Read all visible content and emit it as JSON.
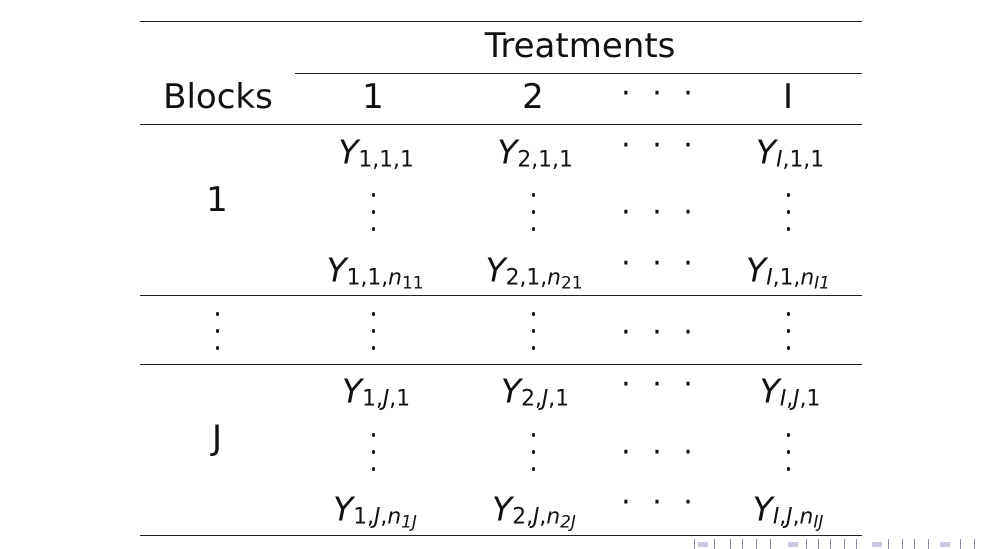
{
  "table": {
    "header": {
      "group_label": "Treatments",
      "row_label": "Blocks",
      "columns": [
        "1",
        "2",
        "· · ·",
        "I"
      ]
    },
    "blocks": [
      {
        "label": "1",
        "first_row": [
          {
            "v": "Y",
            "i": "1",
            "j": "1",
            "k": "1"
          },
          {
            "v": "Y",
            "i": "2",
            "j": "1",
            "k": "1"
          },
          {
            "v": "Y",
            "i": "I",
            "j": "1",
            "k": "1"
          }
        ],
        "last_row": [
          {
            "v": "Y",
            "i": "1",
            "j": "1",
            "k": "n",
            "kk": "11"
          },
          {
            "v": "Y",
            "i": "2",
            "j": "1",
            "k": "n",
            "kk": "21"
          },
          {
            "v": "Y",
            "i": "I",
            "j": "1",
            "k": "n",
            "kk": "I1"
          }
        ]
      },
      {
        "label": "J",
        "first_row": [
          {
            "v": "Y",
            "i": "1",
            "j": "J",
            "k": "1"
          },
          {
            "v": "Y",
            "i": "2",
            "j": "J",
            "k": "1"
          },
          {
            "v": "Y",
            "i": "I",
            "j": "J",
            "k": "1"
          }
        ],
        "last_row": [
          {
            "v": "Y",
            "i": "1",
            "j": "J",
            "k": "n",
            "kk": "1J"
          },
          {
            "v": "Y",
            "i": "2",
            "j": "J",
            "k": "n",
            "kk": "2J"
          },
          {
            "v": "Y",
            "i": "I",
            "j": "J",
            "k": "n",
            "kk": "IJ"
          }
        ]
      }
    ],
    "ellipsis_h": "· · ·"
  }
}
